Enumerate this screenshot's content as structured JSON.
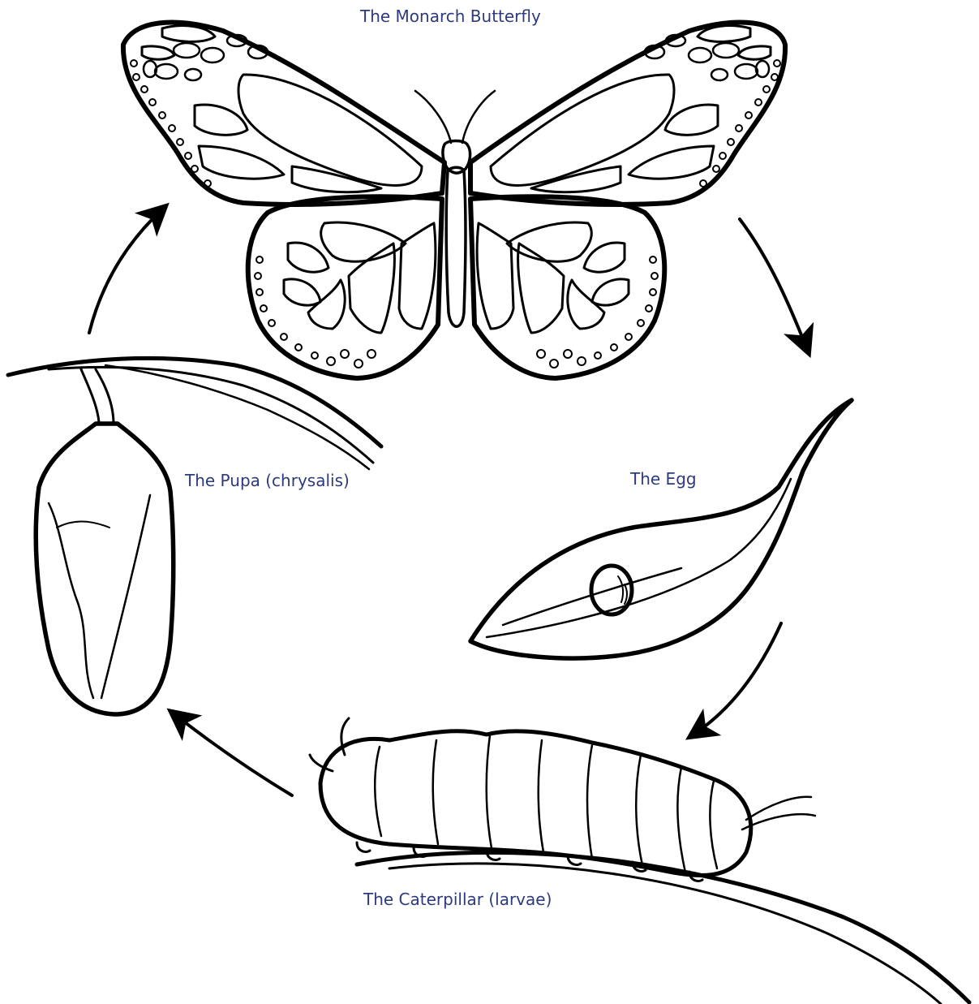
{
  "labels": {
    "butterfly": "The Monarch Butterfly",
    "egg": "The Egg",
    "caterpillar": "The Caterpillar (larvae)",
    "pupa": "The Pupa (chrysalis)"
  },
  "colors": {
    "label_text": "#2d3a7c",
    "ink": "#000000",
    "background": "#ffffff"
  }
}
